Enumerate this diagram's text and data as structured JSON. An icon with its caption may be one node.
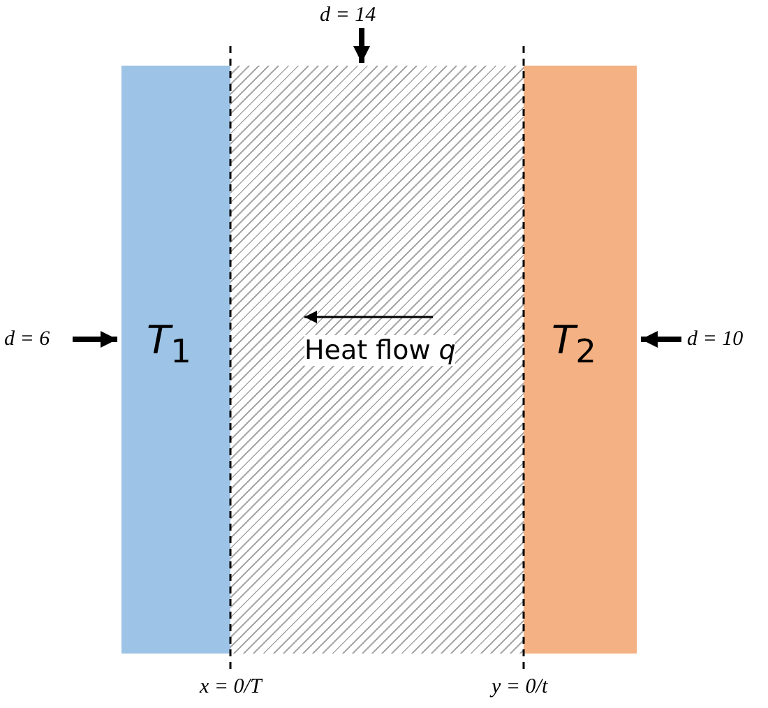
{
  "diagram": {
    "nodes": [
      {
        "text": [
          "*T*$_{1}$"
        ]
      },
      {
        "text": [
          "Heat flow *q*"
        ]
      },
      {
        "text": [
          "*T*$_{2}$"
        ]
      },
      {
        "text": [
          "d = 6"
        ]
      },
      {
        "text": [
          "d = 14"
        ]
      },
      {
        "text": [
          "d = 10"
        ]
      }
    ],
    "edges": [
      {
        "from": 3,
        "to": 0,
        "arrow": "to"
      },
      {
        "from": 4,
        "to": 1,
        "arrow": "to"
      },
      {
        "from": 5,
        "to": 2,
        "arrow": "to"
      }
    ],
    "labels": [
      "x = 0/T",
      "y = 0/t"
    ]
  }
}
